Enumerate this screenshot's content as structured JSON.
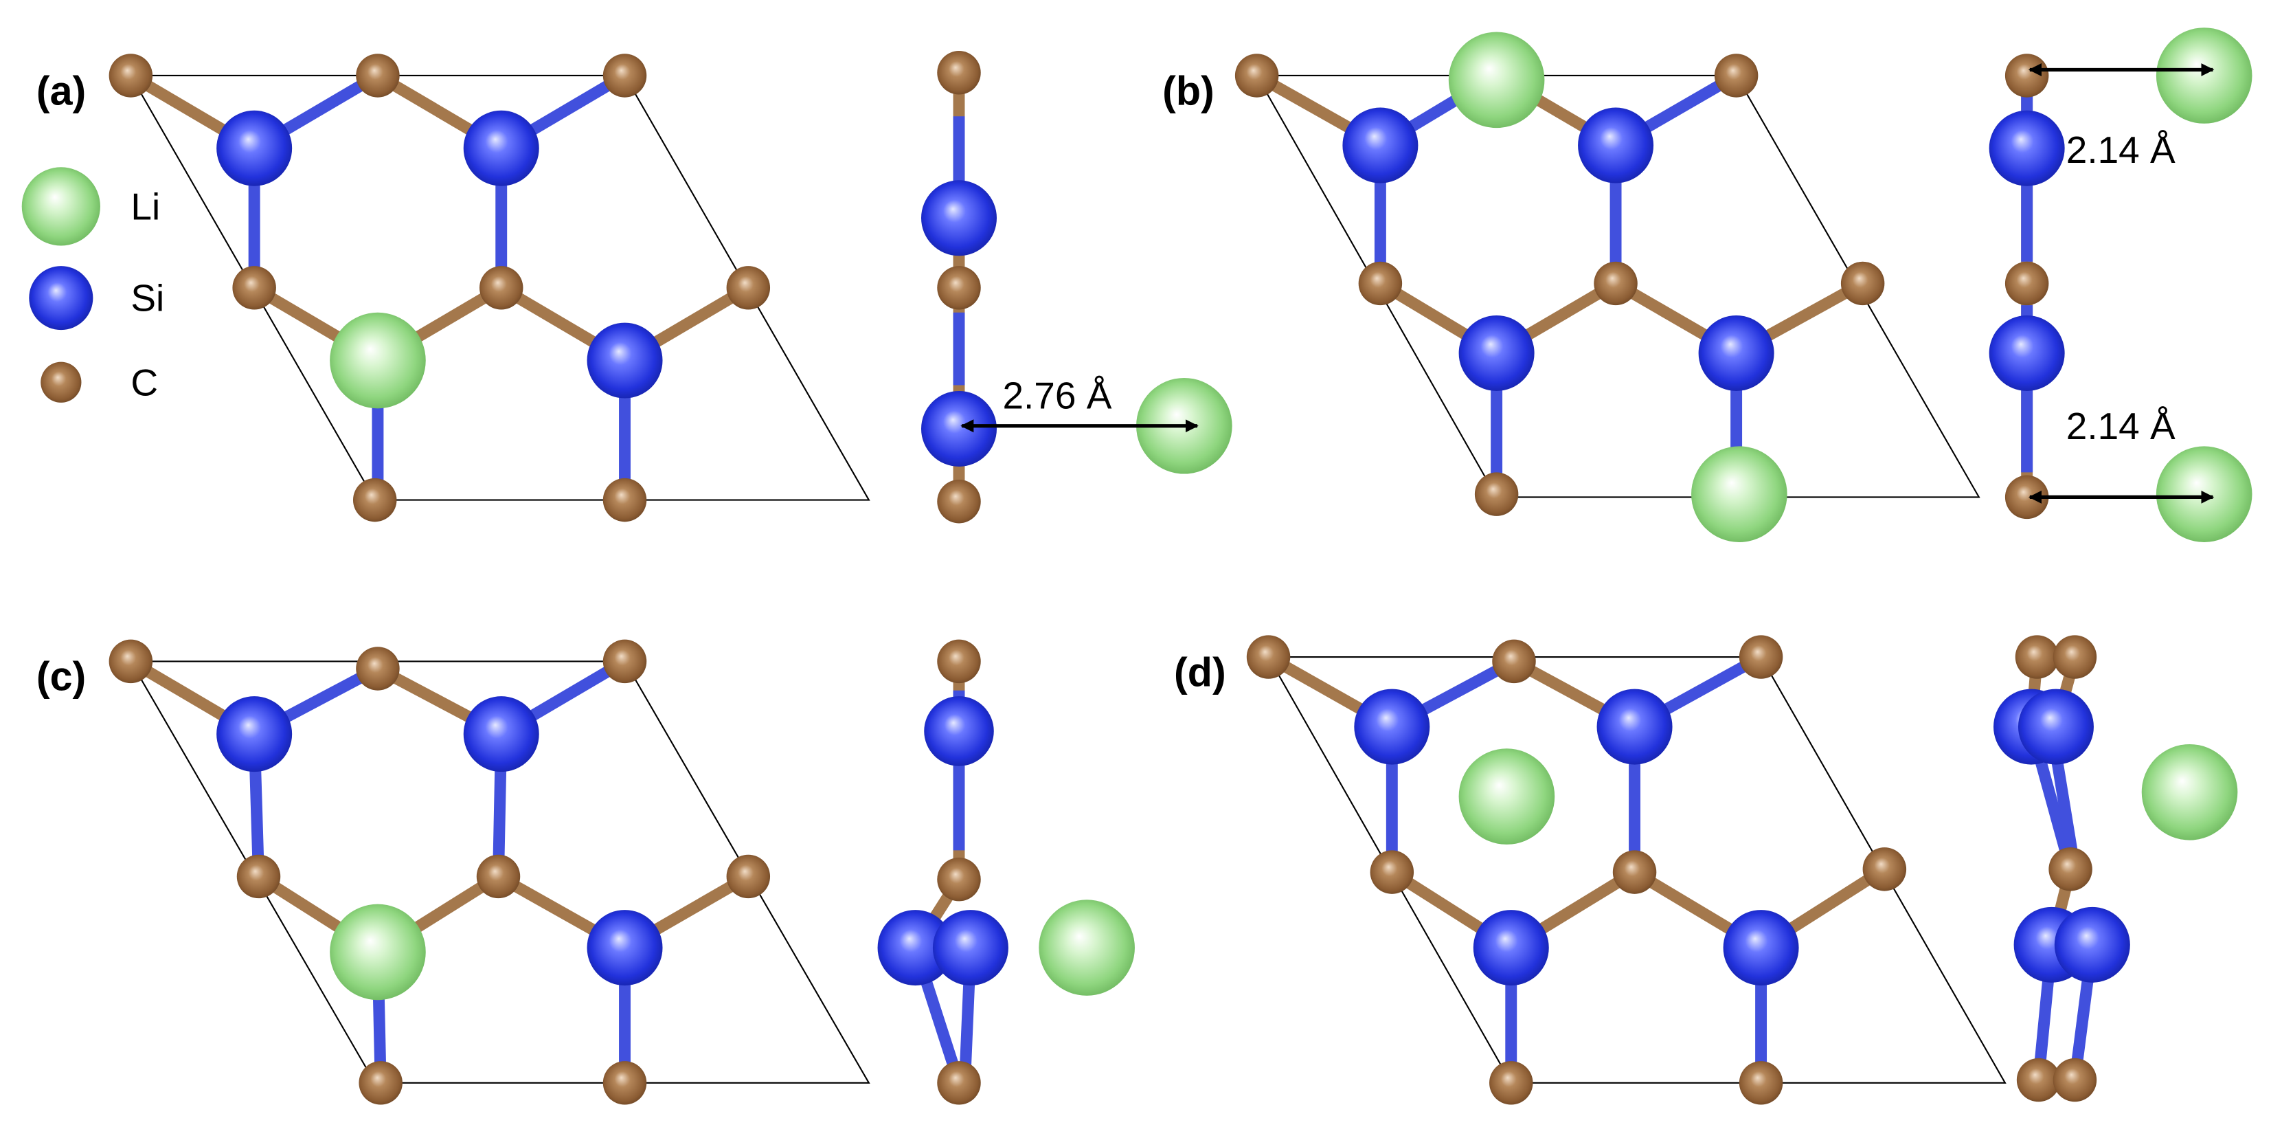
{
  "panels": [
    {
      "label": "(a)",
      "side_distance": "2.76 Å"
    },
    {
      "label": "(b)",
      "side_distance_top": "2.14 Å",
      "side_distance_bottom": "2.14 Å"
    },
    {
      "label": "(c)"
    },
    {
      "label": "(d)"
    }
  ],
  "legend": [
    {
      "symbol": "Li",
      "color": "#8fd67f"
    },
    {
      "symbol": "Si",
      "color": "#2f3fe0"
    },
    {
      "symbol": "C",
      "color": "#9b6b40"
    }
  ],
  "colors": {
    "li": "#8fd67f",
    "si": "#2f3fe0",
    "c": "#9b6b40",
    "si_bond": "#4150dd",
    "c_bond": "#a4784c"
  }
}
